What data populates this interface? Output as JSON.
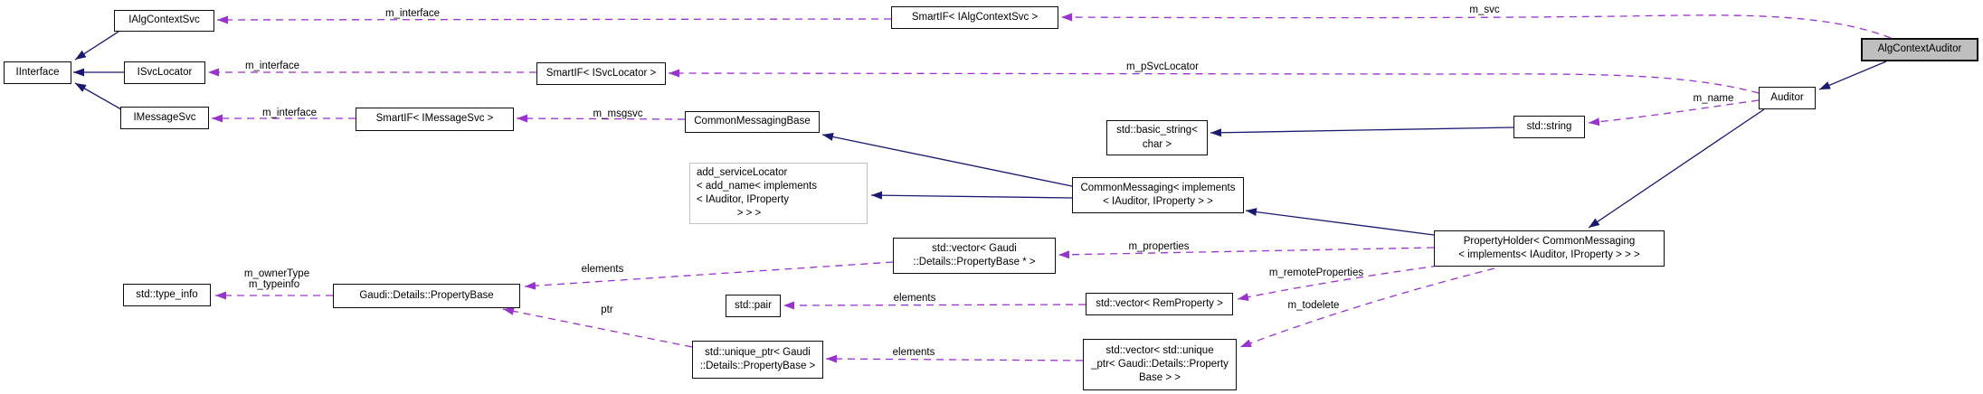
{
  "diagram": {
    "type": "doxygen-collaboration-graph",
    "focus_class": "AlgContextAuditor",
    "colors": {
      "inheritance_edge": "#191970",
      "usage_edge": "#9a32cd",
      "node_fill": "#ffffff",
      "node_border": "#000000",
      "focus_node_fill": "#bfbfbf",
      "template_node_border": "#c2c2c2"
    },
    "nodes": {
      "iinterface": "IInterface",
      "ialgcontextsvc": "IAlgContextSvc",
      "isvclocator": "ISvcLocator",
      "imessagesvc": "IMessageSvc",
      "smartif_imessagesvc": "SmartIF< IMessageSvc >",
      "smartif_isvclocator": "SmartIF< ISvcLocator >",
      "smartif_ialgcontextsvc": "SmartIF< IAlgContextSvc >",
      "commonmessagingbase": "CommonMessagingBase",
      "add_servicelocator": "add_serviceLocator\n< add_name< implements\n< IAuditor, IProperty\n              > > >",
      "commonmessaging": "CommonMessaging< implements\n< IAuditor, IProperty > >",
      "basic_string": "std::basic_string<\nchar >",
      "stdstring": "std::string",
      "auditor": "Auditor",
      "algcontextauditor": "AlgContextAuditor",
      "propertyholder": "PropertyHolder< CommonMessaging\n< implements< IAuditor, IProperty > > >",
      "vector_propertybase_ptr": "std::vector< Gaudi\n::Details::PropertyBase * >",
      "type_info": "std::type_info",
      "propertybase": "Gaudi::Details::PropertyBase",
      "pair": "std::pair",
      "vector_remproperty": "std::vector< RemProperty >",
      "unique_ptr": "std::unique_ptr< Gaudi\n::Details::PropertyBase >",
      "vector_unique_ptr": "std::vector< std::unique\n_ptr< Gaudi::Details::Property\nBase > >"
    },
    "edge_labels": {
      "m_interface": "m_interface",
      "m_svc": "m_svc",
      "m_pSvcLocator": "m_pSvcLocator",
      "m_msgsvc": "m_msgsvc",
      "m_name": "m_name",
      "m_properties": "m_properties",
      "m_remoteProperties": "m_remoteProperties",
      "m_todelete": "m_todelete",
      "elements": "elements",
      "ptr": "ptr",
      "m_ownerType": "m_ownerType",
      "m_typeinfo": "m_typeinfo"
    },
    "edges": [
      {
        "from": "IAlgContextSvc",
        "to": "IInterface",
        "type": "inheritance"
      },
      {
        "from": "ISvcLocator",
        "to": "IInterface",
        "type": "inheritance"
      },
      {
        "from": "IMessageSvc",
        "to": "IInterface",
        "type": "inheritance"
      },
      {
        "from": "std::string",
        "to": "std::basic_string< char >",
        "type": "inheritance"
      },
      {
        "from": "CommonMessaging< implements< IAuditor, IProperty > >",
        "to": "CommonMessagingBase",
        "type": "inheritance"
      },
      {
        "from": "CommonMessaging< implements< IAuditor, IProperty > >",
        "to": "add_serviceLocator< add_name< implements< IAuditor, IProperty > > >",
        "type": "inheritance"
      },
      {
        "from": "PropertyHolder< CommonMessaging< implements< IAuditor, IProperty > > >",
        "to": "CommonMessaging< implements< IAuditor, IProperty > >",
        "type": "inheritance"
      },
      {
        "from": "Auditor",
        "to": "PropertyHolder< CommonMessaging< implements< IAuditor, IProperty > > >",
        "type": "inheritance"
      },
      {
        "from": "AlgContextAuditor",
        "to": "Auditor",
        "type": "inheritance"
      },
      {
        "from": "SmartIF< IAlgContextSvc >",
        "to": "IAlgContextSvc",
        "type": "usage",
        "label": "m_interface"
      },
      {
        "from": "AlgContextAuditor",
        "to": "SmartIF< IAlgContextSvc >",
        "type": "usage",
        "label": "m_svc"
      },
      {
        "from": "SmartIF< ISvcLocator >",
        "to": "ISvcLocator",
        "type": "usage",
        "label": "m_interface"
      },
      {
        "from": "Auditor",
        "to": "SmartIF< ISvcLocator >",
        "type": "usage",
        "label": "m_pSvcLocator"
      },
      {
        "from": "SmartIF< IMessageSvc >",
        "to": "IMessageSvc",
        "type": "usage",
        "label": "m_interface"
      },
      {
        "from": "CommonMessagingBase",
        "to": "SmartIF< IMessageSvc >",
        "type": "usage",
        "label": "m_msgsvc"
      },
      {
        "from": "Auditor",
        "to": "std::string",
        "type": "usage",
        "label": "m_name"
      },
      {
        "from": "PropertyHolder< CommonMessaging< implements< IAuditor, IProperty > > >",
        "to": "std::vector< Gaudi::Details::PropertyBase * >",
        "type": "usage",
        "label": "m_properties"
      },
      {
        "from": "PropertyHolder< CommonMessaging< implements< IAuditor, IProperty > > >",
        "to": "std::vector< RemProperty >",
        "type": "usage",
        "label": "m_remoteProperties"
      },
      {
        "from": "PropertyHolder< CommonMessaging< implements< IAuditor, IProperty > > >",
        "to": "std::vector< std::unique_ptr< Gaudi::Details::PropertyBase > >",
        "type": "usage",
        "label": "m_todelete"
      },
      {
        "from": "std::vector< Gaudi::Details::PropertyBase * >",
        "to": "Gaudi::Details::PropertyBase",
        "type": "usage",
        "label": "elements"
      },
      {
        "from": "std::vector< RemProperty >",
        "to": "std::pair",
        "type": "usage",
        "label": "elements"
      },
      {
        "from": "std::vector< std::unique_ptr< Gaudi::Details::PropertyBase > >",
        "to": "std::unique_ptr< Gaudi::Details::PropertyBase >",
        "type": "usage",
        "label": "elements"
      },
      {
        "from": "std::unique_ptr< Gaudi::Details::PropertyBase >",
        "to": "Gaudi::Details::PropertyBase",
        "type": "usage",
        "label": "ptr"
      },
      {
        "from": "Gaudi::Details::PropertyBase",
        "to": "std::type_info",
        "type": "usage",
        "label": "m_ownerType, m_typeinfo"
      }
    ]
  }
}
